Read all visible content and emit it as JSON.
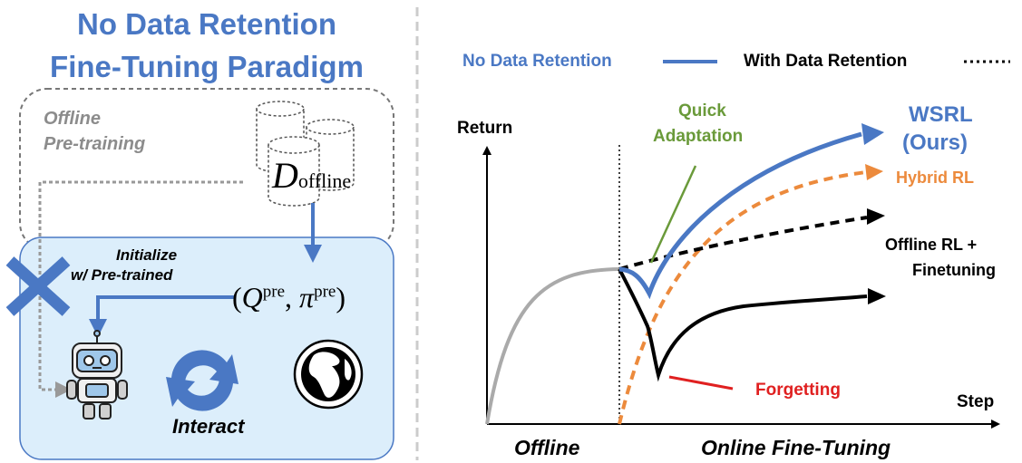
{
  "left_panel": {
    "title_line1": "No Data Retention",
    "title_line2": "Fine-Tuning Paradigm",
    "offline_line1": "Offline",
    "offline_line2": "Pre-training",
    "dataset_symbol": "D",
    "dataset_subscript": "offline",
    "init_line1": "Initialize",
    "init_line2": "w/ Pre-trained",
    "params": {
      "open": "(",
      "q": "Q",
      "q_sup": "pre",
      "comma": ", ",
      "pi": "π",
      "pi_sup": "pre",
      "close": ")"
    },
    "interact_label": "Interact"
  },
  "chart": {
    "legend": {
      "no_retention": "No Data Retention",
      "with_retention": "With Data Retention"
    },
    "y_axis_label": "Return",
    "x_axis_label": "Step",
    "phase_offline": "Offline",
    "phase_online": "Online Fine-Tuning",
    "annotations": {
      "quick_line1": "Quick",
      "quick_line2": "Adaptation",
      "forgetting": "Forgetting"
    },
    "curves": {
      "wsrl_line1": "WSRL",
      "wsrl_line2": "(Ours)",
      "hybrid": "Hybrid RL",
      "offline_ft_line1": "Offline RL +",
      "offline_ft_line2": "Finetuning"
    }
  },
  "colors": {
    "blue": "#4a78c4",
    "orange": "#ec8a3c",
    "green": "#6a9a3a",
    "red": "#e02020",
    "gray": "#aaaaaa",
    "panel_fill": "#dceefb"
  }
}
